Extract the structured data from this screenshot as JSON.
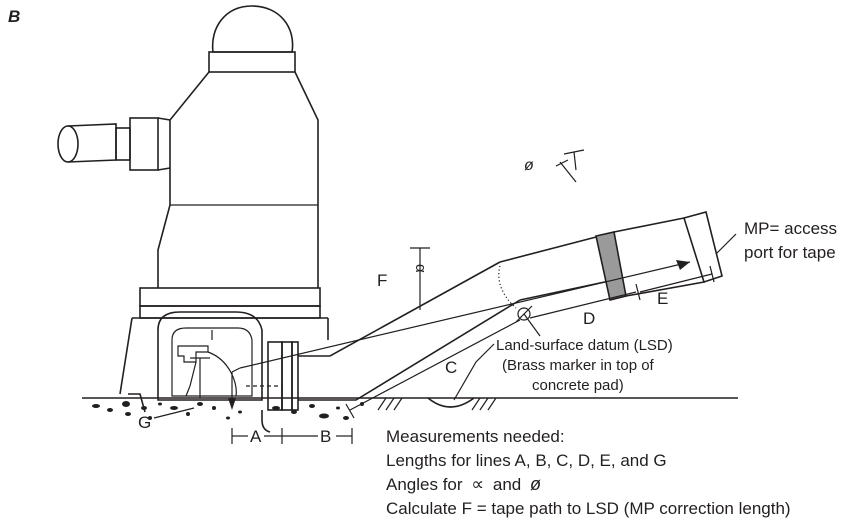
{
  "panel_label": "B",
  "labels": {
    "A": "A",
    "B": "B",
    "C": "C",
    "D": "D",
    "E": "E",
    "F": "F",
    "G": "G"
  },
  "mp_note": {
    "line1": "MP= access",
    "line2": "port for tape"
  },
  "lsd_note": {
    "line1": "Land-surface datum (LSD)",
    "line2": "(Brass marker in top of",
    "line3": "concrete pad)"
  },
  "measurements": {
    "heading": "Measurements needed:",
    "line1": "Lengths for lines A, B, C, D, E, and G",
    "line2_prefix": "Angles for",
    "line2_mid": "and",
    "line3": "Calculate F = tape path to LSD (MP correction length)"
  },
  "colors": {
    "ink": "#231f20",
    "shade": "#9a9a9a"
  }
}
